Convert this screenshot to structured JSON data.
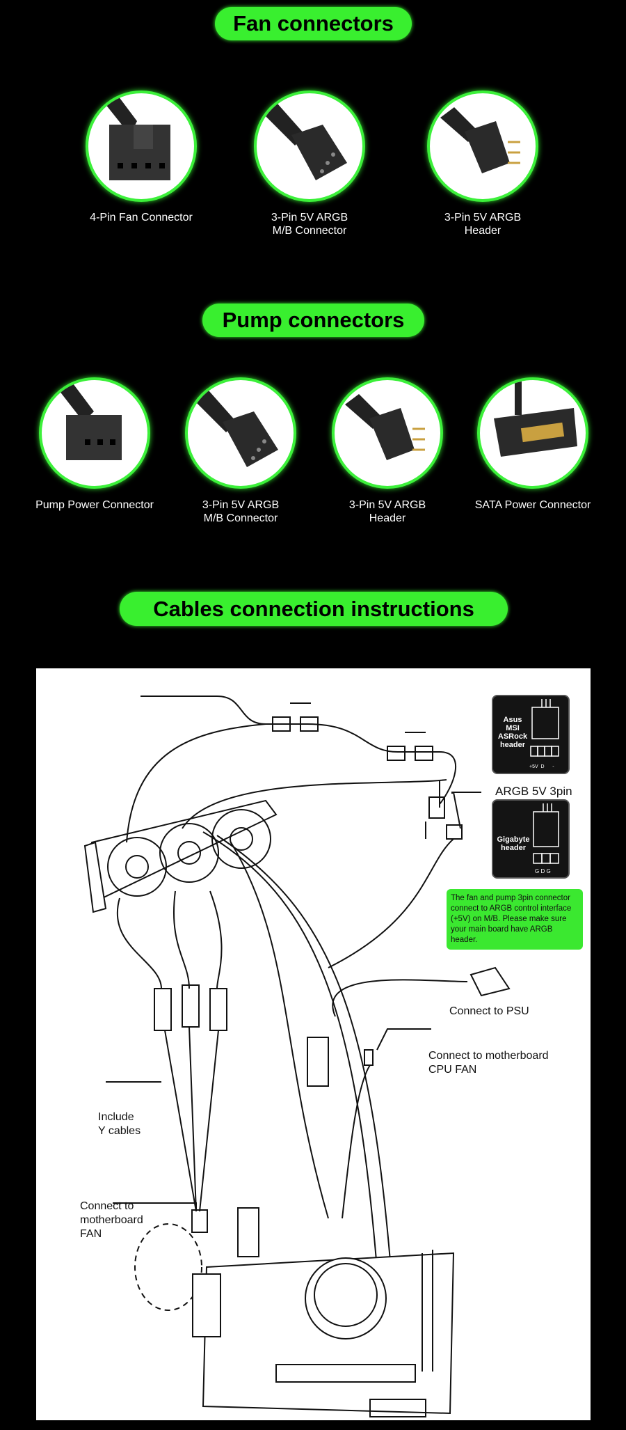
{
  "fan_section": {
    "title": "Fan connectors",
    "items": [
      {
        "line1": "4-Pin Fan Connector",
        "line2": ""
      },
      {
        "line1": "3-Pin 5V ARGB",
        "line2": "M/B Connector"
      },
      {
        "line1": "3-Pin 5V ARGB",
        "line2": "Header"
      }
    ]
  },
  "pump_section": {
    "title": "Pump connectors",
    "items": [
      {
        "line1": "Pump Power Connector",
        "line2": ""
      },
      {
        "line1": "3-Pin 5V ARGB",
        "line2": "M/B Connector"
      },
      {
        "line1": "3-Pin 5V ARGB",
        "line2": "Header"
      },
      {
        "line1": "SATA Power Connector",
        "line2": ""
      }
    ]
  },
  "cables_section": {
    "title": "Cables connection instructions"
  },
  "diagram": {
    "argb_label": "ARGB 5V 3pin",
    "asus_header": [
      "Asus",
      "MSI",
      "ASRock",
      "header"
    ],
    "asus_pins": "+5V  D      -",
    "gigabyte_header": [
      "Gigabyte",
      "header"
    ],
    "gigabyte_pins": "G D G",
    "note": "The fan and pump 3pin connector connect to ARGB control interface (+5V) on M/B. Please make sure your main board have ARGB header.",
    "psu_label": "Connect to PSU",
    "cpu_fan_label": [
      "Connect to motherboard",
      "CPU FAN"
    ],
    "y_cables_label": [
      "Include",
      "Y cables"
    ],
    "mb_fan_label": [
      "Connect to",
      "motherboard",
      "FAN"
    ]
  },
  "colors": {
    "accent": "#39ef2f",
    "background": "#000000"
  }
}
